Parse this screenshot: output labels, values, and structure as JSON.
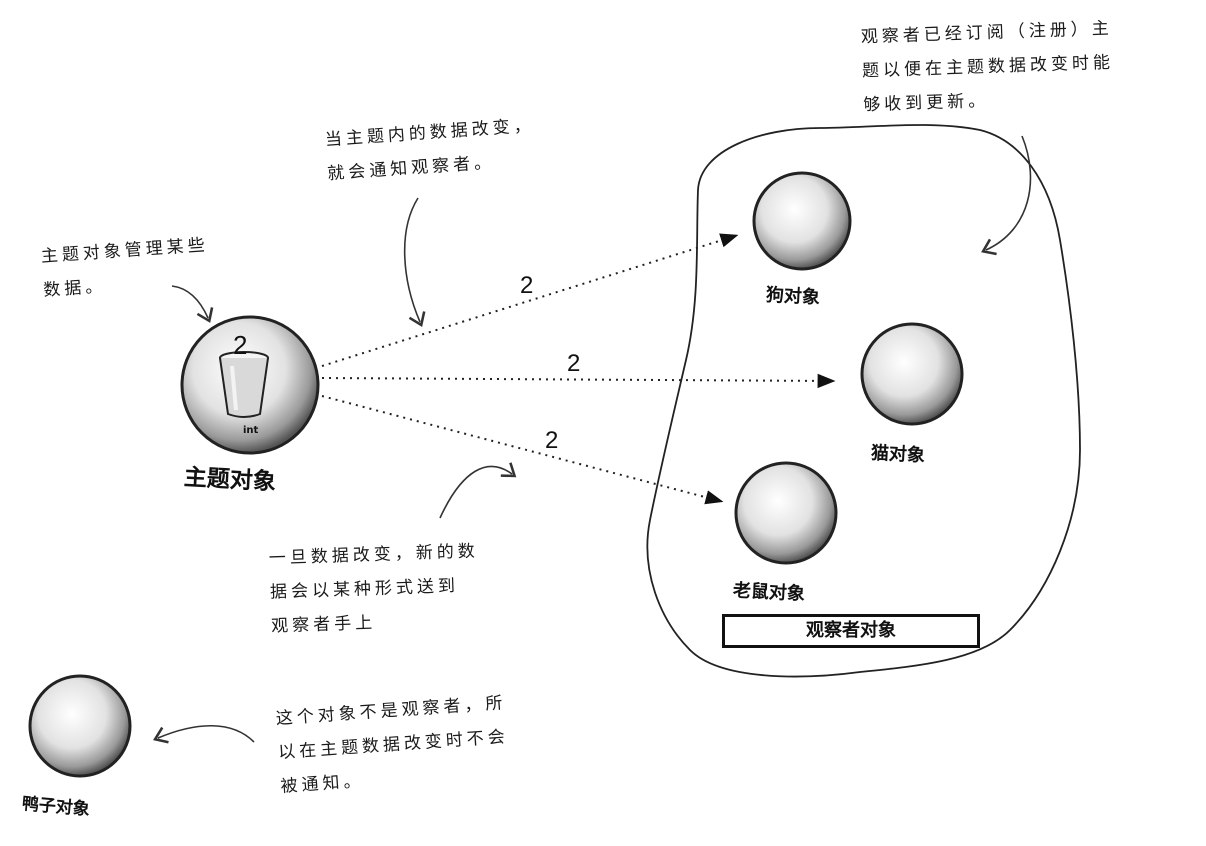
{
  "notes": {
    "subject_manages": "主题对象管理某些\n数据。",
    "notify": "当主题内的数据改变，\n就会通知观察者。",
    "subscribed": "观察者已经订阅（注册）主\n题以便在主题数据改变时能\n够收到更新。",
    "data_sent": "一旦数据改变，新的数\n据会以某种形式送到\n观察者手上",
    "not_observer": "这个对象不是观察者，所\n以在主题数据改变时不会\n被通知。"
  },
  "labels": {
    "subject": "主题对象",
    "dog": "狗对象",
    "cat": "猫对象",
    "mouse": "老鼠对象",
    "duck": "鸭子对象",
    "observers_box": "观察者对象",
    "int_tag": "int"
  },
  "values": {
    "subject_value": "2",
    "to_dog": "2",
    "to_cat": "2",
    "to_mouse": "2"
  }
}
